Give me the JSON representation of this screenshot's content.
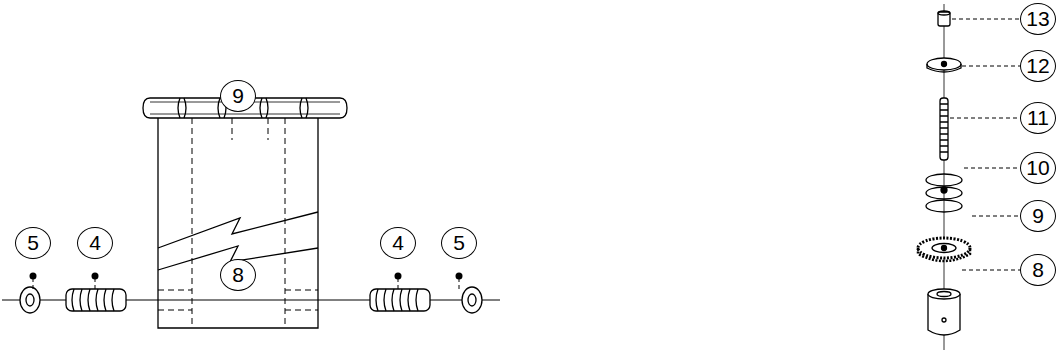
{
  "diagram": {
    "labels": [
      "9",
      "8",
      "5",
      "4",
      "4",
      "5",
      "13",
      "12",
      "11",
      "10",
      "9",
      "8"
    ]
  }
}
